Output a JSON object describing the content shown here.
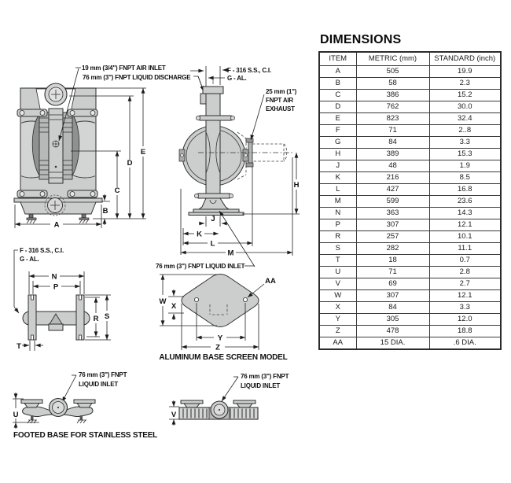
{
  "panel": {
    "title": "DIMENSIONS",
    "table": {
      "headers": [
        "ITEM",
        "METRIC (mm)",
        "STANDARD (inch)"
      ],
      "rows": [
        [
          "A",
          "505",
          "19.9"
        ],
        [
          "B",
          "58",
          "2.3"
        ],
        [
          "C",
          "386",
          "15.2"
        ],
        [
          "D",
          "762",
          "30.0"
        ],
        [
          "E",
          "823",
          "32.4"
        ],
        [
          "F",
          "71",
          "2..8"
        ],
        [
          "G",
          "84",
          "3.3"
        ],
        [
          "H",
          "389",
          "15.3"
        ],
        [
          "J",
          "48",
          "1.9"
        ],
        [
          "K",
          "216",
          "8.5"
        ],
        [
          "L",
          "427",
          "16.8"
        ],
        [
          "M",
          "599",
          "23.6"
        ],
        [
          "N",
          "363",
          "14.3"
        ],
        [
          "P",
          "307",
          "12.1"
        ],
        [
          "R",
          "257",
          "10.1"
        ],
        [
          "S",
          "282",
          "11.1"
        ],
        [
          "T",
          "18",
          "0.7"
        ],
        [
          "U",
          "71",
          "2.8"
        ],
        [
          "V",
          "69",
          "2.7"
        ],
        [
          "W",
          "307",
          "12.1"
        ],
        [
          "X",
          "84",
          "3.3"
        ],
        [
          "Y",
          "305",
          "12.0"
        ],
        [
          "Z",
          "478",
          "18.8"
        ],
        [
          "AA",
          "15 DIA.",
          ".6 DIA."
        ]
      ]
    }
  },
  "drawing": {
    "callouts": {
      "air_inlet": "19 mm (3/4\") FNPT AIR INLET",
      "liquid_discharge": "76 mm (3\") FNPT LIQUID DISCHARGE",
      "material_f": "F - 316 S.S., C.I.",
      "material_g": "G - AL.",
      "air_exhaust": [
        "25 mm (1\")",
        "FNPT AIR",
        "EXHAUST"
      ],
      "liquid_inlet": "76 mm (3\") FNPT LIQUID INLET",
      "liquid_inlet_2line": [
        "76 mm (3\") FNPT",
        "LIQUID INLET"
      ]
    },
    "captions": {
      "screen_model": "ALUMINUM BASE SCREEN MODEL",
      "footed_base": "FOOTED BASE FOR STAINLESS STEEL"
    },
    "dims": {
      "a": "A",
      "b": "B",
      "c": "C",
      "d": "D",
      "e": "E",
      "h": "H",
      "j": "J",
      "k": "K",
      "l": "L",
      "m": "M",
      "n": "N",
      "p": "P",
      "r": "R",
      "s": "S",
      "t": "T",
      "u": "U",
      "v": "V",
      "w": "W",
      "x": "X",
      "y": "Y",
      "z": "Z",
      "aa": "AA"
    },
    "colors": {
      "part_fill": "#cccecd",
      "outline": "#2e2e2e",
      "text": "#101010"
    }
  }
}
